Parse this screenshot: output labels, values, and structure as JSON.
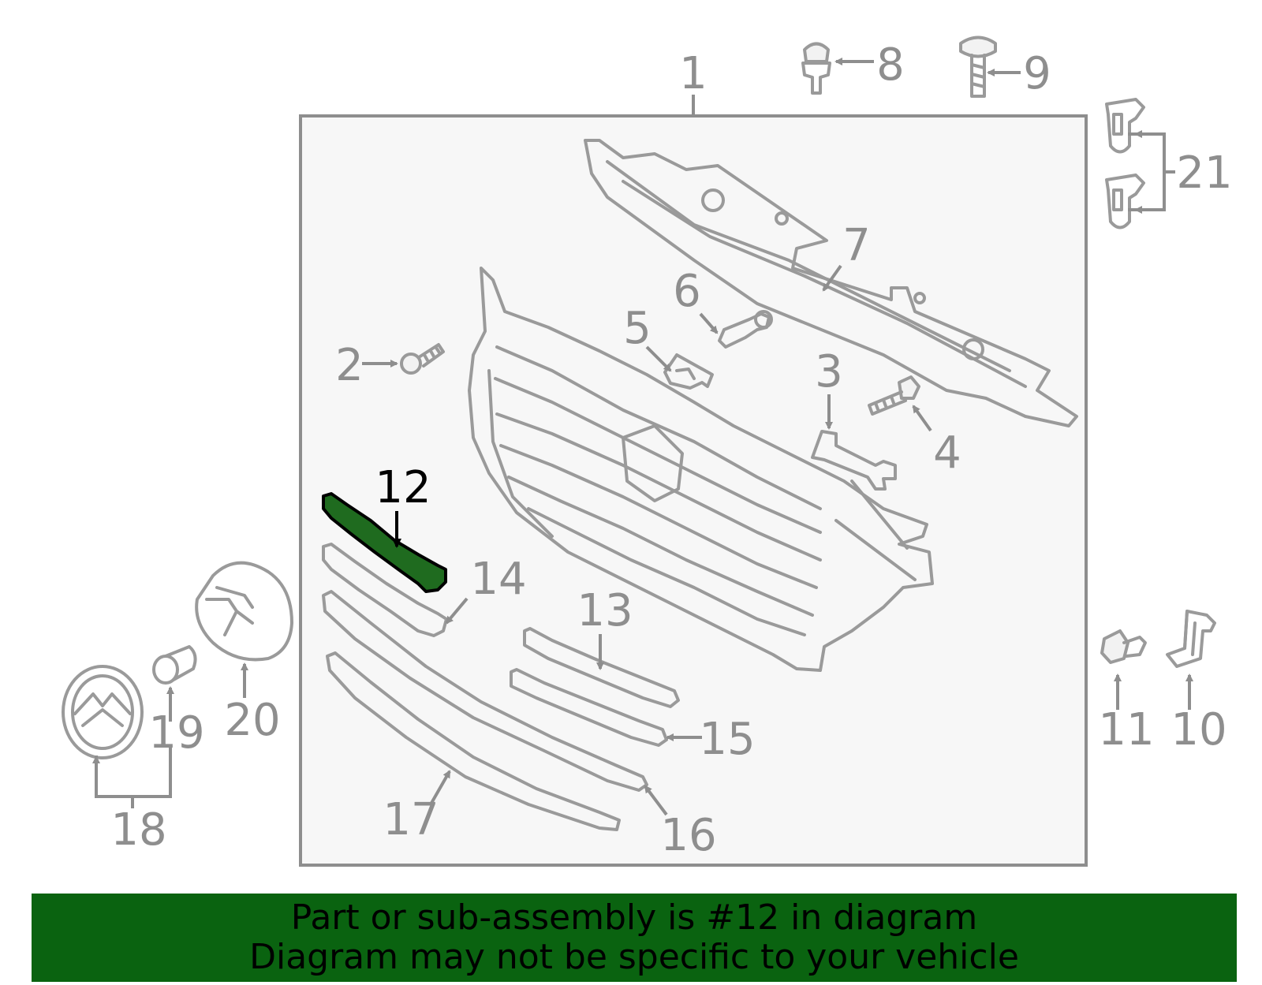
{
  "diagram": {
    "highlight_color": "#1f6b1f",
    "highlighted_part": "12",
    "part_labels": [
      "1",
      "2",
      "3",
      "4",
      "5",
      "6",
      "7",
      "8",
      "9",
      "10",
      "11",
      "12",
      "13",
      "14",
      "15",
      "16",
      "17",
      "18",
      "19",
      "20",
      "21"
    ]
  },
  "banner": {
    "background_color": "#0a6310",
    "line1": "Part or sub-assembly is #12 in diagram",
    "line2": "Diagram may not be specific to your vehicle"
  }
}
